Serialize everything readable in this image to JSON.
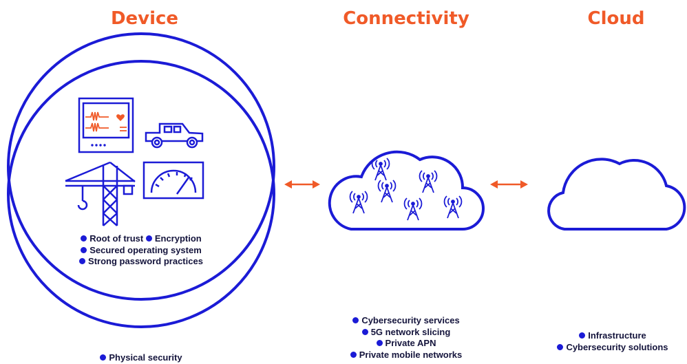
{
  "colors": {
    "accent": "#f05a28",
    "primary": "#1b1bd6",
    "text": "#14143c"
  },
  "columns": {
    "device": {
      "title": "Device",
      "inner_items": [
        [
          "Root of trust",
          "Encryption"
        ],
        [
          "Secured operating system"
        ],
        [
          "Strong password practices"
        ]
      ],
      "outer_items": [
        "Physical security"
      ]
    },
    "connectivity": {
      "title": "Connectivity",
      "items": [
        "Cybersecurity services",
        "5G network slicing",
        "Private APN",
        "Private mobile networks"
      ]
    },
    "cloud": {
      "title": "Cloud",
      "items": [
        "Infrastructure",
        "Cybersecurity solutions"
      ]
    }
  },
  "icons": [
    "patient-monitor-icon",
    "pickup-truck-icon",
    "tower-crane-icon",
    "gauge-meter-icon",
    "cell-tower-icon",
    "bidirectional-arrow-icon",
    "cloud-icon"
  ]
}
